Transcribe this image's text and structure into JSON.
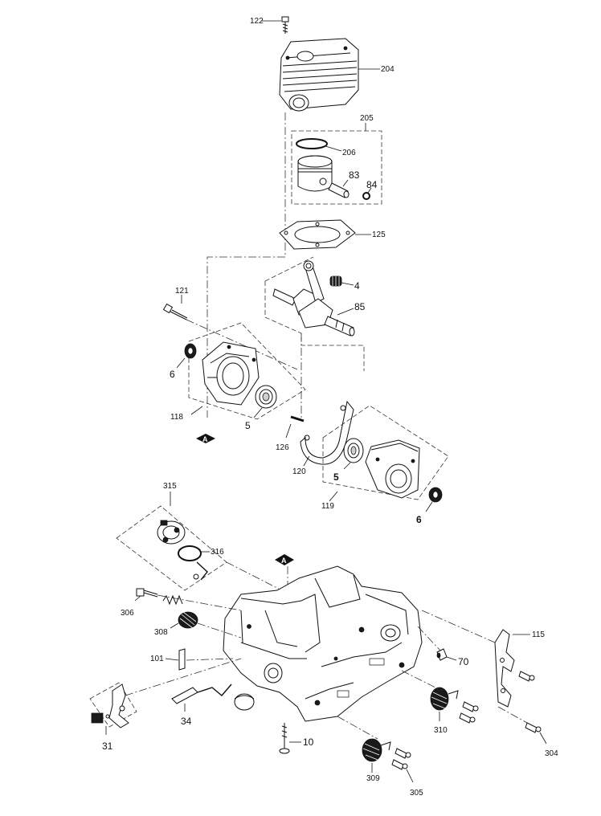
{
  "diagram": {
    "labels": {
      "p122": "122",
      "p204": "204",
      "p205": "205",
      "p206": "206",
      "p83": "83",
      "p84": "84",
      "p125": "125",
      "p4": "4",
      "p85": "85",
      "p121": "121",
      "p6_left": "6",
      "p118": "118",
      "p5_left": "5",
      "p126": "126",
      "p120": "120",
      "p5_right": "5",
      "p119": "119",
      "p6_right": "6",
      "p315": "315",
      "p316": "316",
      "p306": "306",
      "p308": "308",
      "p101": "101",
      "p34": "34",
      "p31": "31",
      "p10": "10",
      "p309": "309",
      "p305": "305",
      "p310": "310",
      "p70": "70",
      "p115": "115",
      "p304": "304"
    },
    "reference_markers": {
      "marker_upper": "A",
      "marker_lower": "A"
    }
  }
}
